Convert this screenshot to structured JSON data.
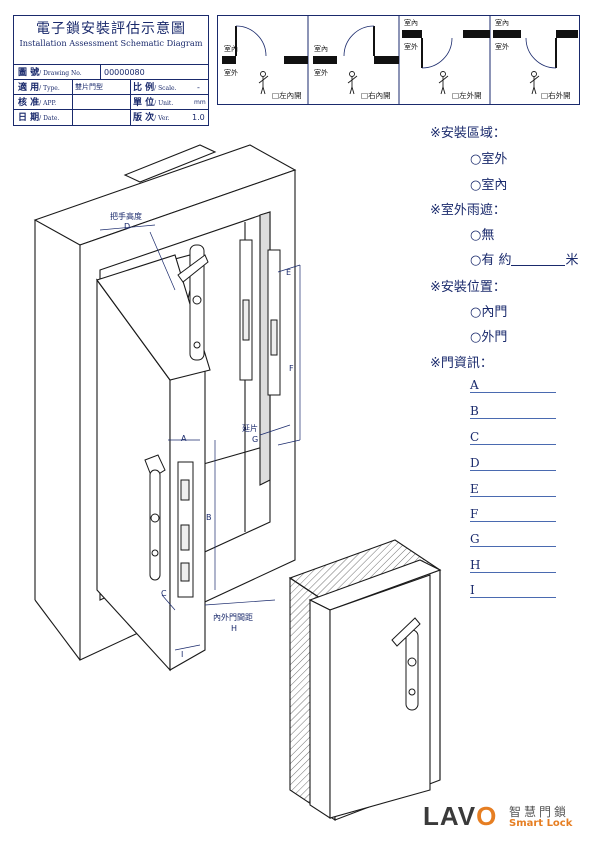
{
  "title_block": {
    "title_cn": "電子鎖安裝評估示意圖",
    "title_en": "Installation Assessment Schematic Diagram",
    "rows": [
      {
        "cn": "圖  號",
        "en": "/ Drawing No.",
        "value": "00000080"
      },
      {
        "cn": "適 用",
        "en": "/ Type.",
        "value": "雙片門型",
        "cn2": "比 例",
        "en2": "/ Scale.",
        "value2": "-"
      },
      {
        "cn": "核 准",
        "en": "/ APP.",
        "value": "",
        "cn2": "單 位",
        "en2": "/ Unit.",
        "value2": "mm"
      },
      {
        "cn": "日 期",
        "en": "/ Date.",
        "value": "",
        "cn2": "版 次",
        "en2": "/ Ver.",
        "value2": "1.0"
      }
    ]
  },
  "door_types": {
    "indoor": "室內",
    "outdoor": "室外",
    "options": [
      "□左內開",
      "□右內開",
      "□左外開",
      "□右外開"
    ]
  },
  "form": {
    "install_area": {
      "heading": "※安裝區域：",
      "options": [
        "○室外",
        "○室內"
      ]
    },
    "canopy": {
      "heading": "※室外雨遮：",
      "options": [
        "○無",
        "○有 約"
      ],
      "unit": "米"
    },
    "position": {
      "heading": "※安裝位置：",
      "options": [
        "○內門",
        "○外門"
      ]
    },
    "door_info": {
      "heading": "※門資訊：",
      "fields": [
        "A",
        "B",
        "C",
        "D",
        "E",
        "F",
        "G",
        "H",
        "I"
      ]
    }
  },
  "drawing_labels": {
    "handle_height": "把手高度",
    "d": "D",
    "e": "E",
    "f": "F",
    "extension": "延片",
    "g": "G",
    "a": "A",
    "b": "B",
    "c": "C",
    "gap": "內外門間距",
    "h": "H",
    "i": "I"
  },
  "logo": {
    "brand_pre": "L",
    "brand_a": "A",
    "brand_v": "V",
    "brand_o": "O",
    "cn": "智慧門鎖",
    "en": "Smart Lock",
    "colors": {
      "dark": "#3a3a3a",
      "accent": "#e67e22"
    }
  }
}
